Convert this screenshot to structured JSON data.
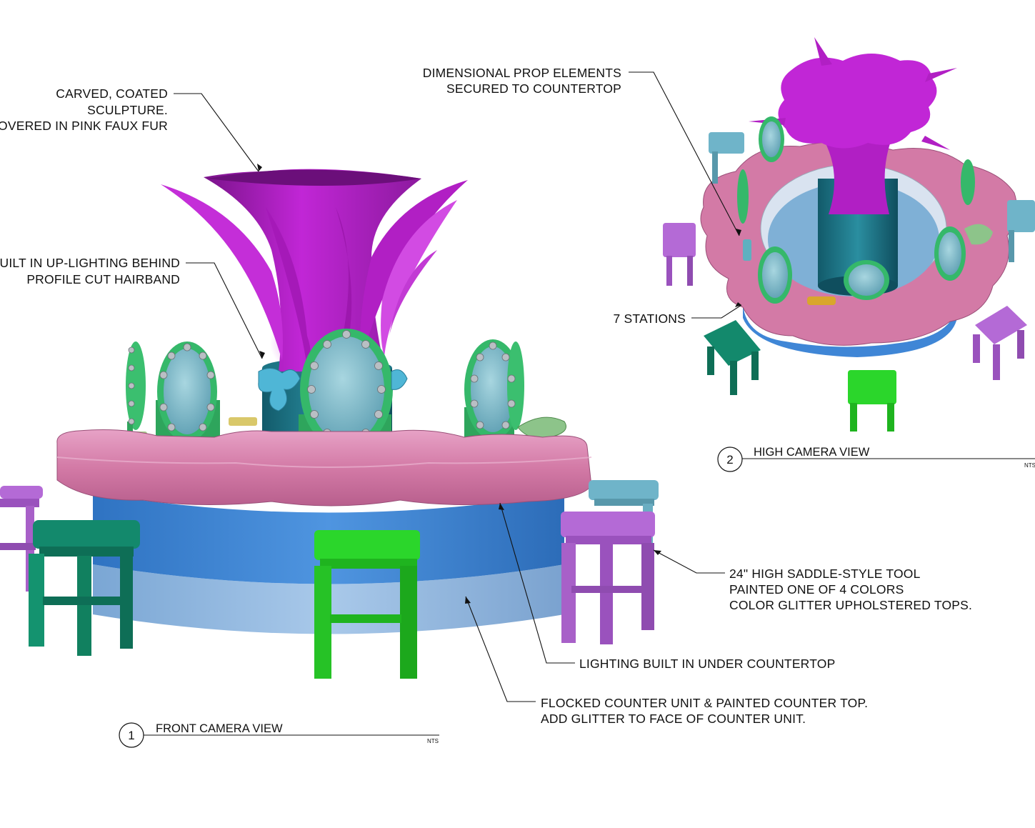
{
  "callouts": {
    "sculpture": [
      "CARVED, COATED",
      "SCULPTURE.",
      "OVERED IN PINK FAUX FUR"
    ],
    "uplighting": [
      "UILT IN UP-LIGHTING BEHIND",
      "PROFILE CUT HAIRBAND"
    ],
    "props": [
      "DIMENSIONAL PROP ELEMENTS",
      "SECURED TO COUNTERTOP"
    ],
    "stations": "7 STATIONS",
    "stool": [
      "24\" HIGH SADDLE-STYLE TOOL",
      "PAINTED ONE OF 4 COLORS",
      "COLOR GLITTER UPHOLSTERED TOPS."
    ],
    "lighting": "LIGHTING BUILT IN UNDER COUNTERTOP",
    "flocked": [
      "FLOCKED COUNTER UNIT & PAINTED COUNTER TOP.",
      "ADD GLITTER TO FACE OF COUNTER UNIT."
    ]
  },
  "views": {
    "front": {
      "number": "1",
      "title": "FRONT CAMERA VIEW",
      "scale": "NTS"
    },
    "high": {
      "number": "2",
      "title": "HIGH CAMERA VIEW",
      "scale": "NTS"
    }
  },
  "colors": {
    "sculpture": "#b21fc4",
    "counter_top": "#d37aa6",
    "counter_band": "#3f86d6",
    "counter_base": "#8fb8e0",
    "stool_green": "#2bd62b",
    "stool_teal": "#13896c",
    "stool_purple": "#b46ad6",
    "stool_blue": "#6fb4c9",
    "mirror_frame": "#35b86a",
    "mirror_glass": "#72b3c4"
  }
}
